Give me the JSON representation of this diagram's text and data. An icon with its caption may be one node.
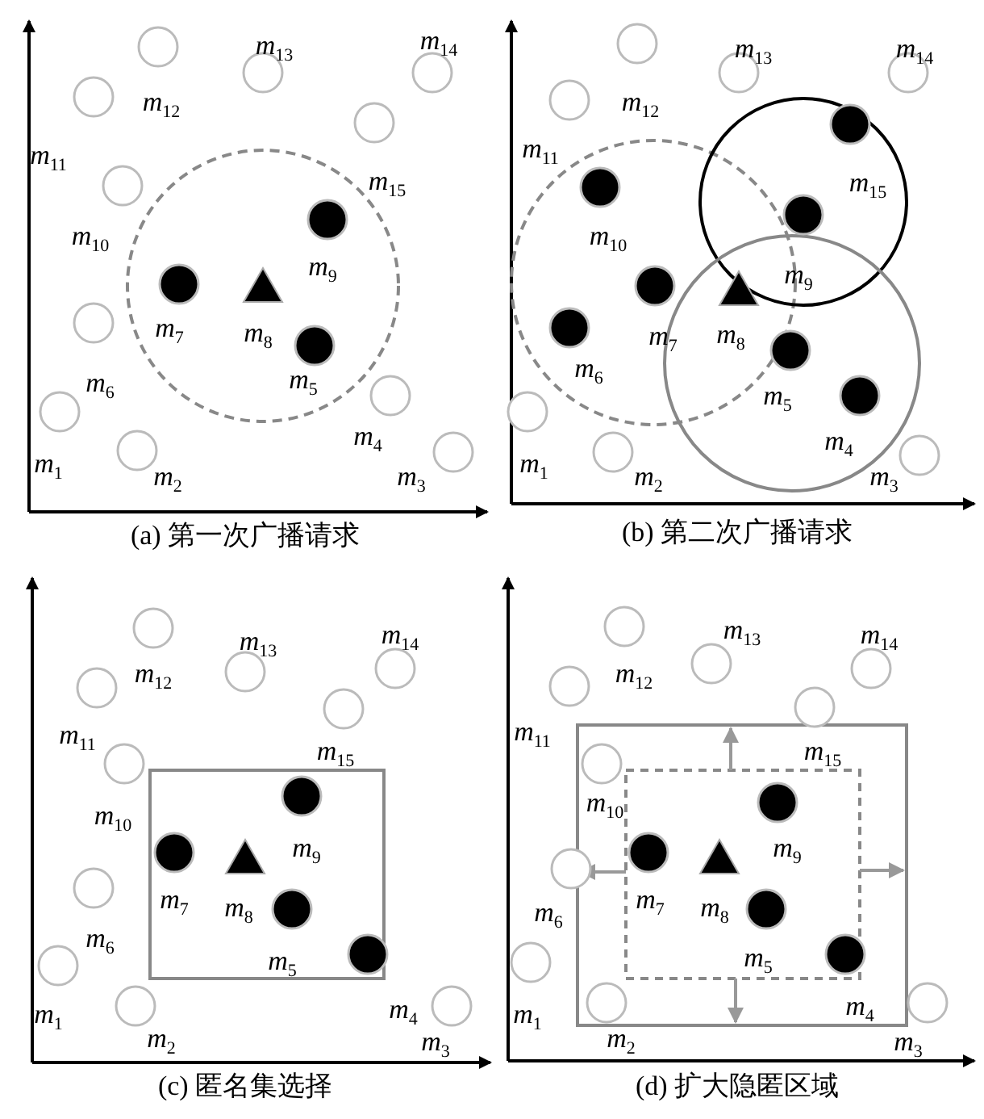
{
  "diagram": {
    "labels": [
      "*m*$_{13}$",
      "*m*$_{14}$",
      "*m*$_{12}$",
      "*m*$_{11}$",
      "*m*$_{15}$",
      "*m*$_{10}$",
      "*m*$_{9}$",
      "*m*$_{7}$",
      "*m*$_{8}$",
      "*m*$_{6}$",
      "*m*$_{5}$",
      "*m*$_{4}$",
      "*m*$_{1}$",
      "*m*$_{2}$",
      "*m*$_{3}$",
      "(a) 第一次广播请求",
      "*m*$_{13}$",
      "*m*$_{14}$",
      "*m*$_{12}$",
      "*m*$_{11}$",
      "*m*$_{15}$",
      "*m*$_{10}$",
      "*m*$_{9}$",
      "*m*$_{7}$",
      "*m*$_{8}$",
      "*m*$_{6}$",
      "*m*$_{5}$",
      "*m*$_{4}$",
      "*m*$_{1}$",
      "*m*$_{2}$",
      "*m*$_{3}$",
      "(b) 第二次广播请求",
      "*m*$_{13}$",
      "*m*$_{14}$",
      "*m*$_{12}$",
      "*m*$_{11}$",
      "*m*$_{15}$",
      "*m*$_{10}$",
      "*m*$_{9}$",
      "*m*$_{7}$",
      "*m*$_{8}$",
      "*m*$_{6}$",
      "*m*$_{5}$",
      "*m*$_{1}$",
      "*m*$_{4}$",
      "*m*$_{2}$",
      "*m*$_{3}$",
      "(c) 匿名集选择",
      "*m*$_{13}$",
      "*m*$_{14}$",
      "*m*$_{12}$",
      "*m*$_{11}$",
      "*m*$_{15}$",
      "*m*$_{10}$",
      "*m*$_{9}$",
      "*m*$_{6}$",
      "*m*$_{7}$",
      "*m*$_{8}$",
      "*m*$_{5}$",
      "*m*$_{1}$",
      "*m*$_{4}$",
      "*m*$_{2}$",
      "*m*$_{3}$",
      "(d) 扩大隐匿区域"
    ]
  }
}
